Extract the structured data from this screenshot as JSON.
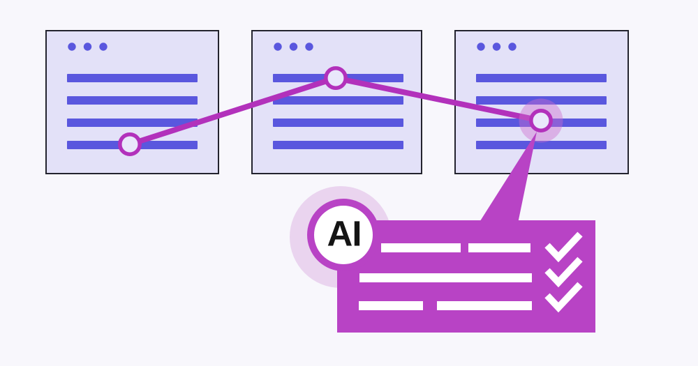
{
  "badge": {
    "label": "AI"
  },
  "cards": {
    "count": 3,
    "text_lines_per_card": 4,
    "window_dots_per_card": 3
  },
  "panel": {
    "result_rows": 3,
    "checkmark_count": 3
  },
  "icons": {
    "window_dots": "window-dots-icon",
    "checkmark": "checkmark-icon",
    "checkmark_glyph": "✓"
  },
  "colors": {
    "background": "#f8f7fc",
    "card_bg": "#e3e1f8",
    "card_border": "#23232e",
    "bar_indigo": "#5a57de",
    "magenta": "#b231bb",
    "panel_magenta": "#b843c5",
    "halo_pink": "#ead4ef",
    "node_halo": "rgba(205,110,205,0.42)",
    "node_fill": "#e9e7fb",
    "white": "#ffffff",
    "badge_text": "#141414"
  }
}
